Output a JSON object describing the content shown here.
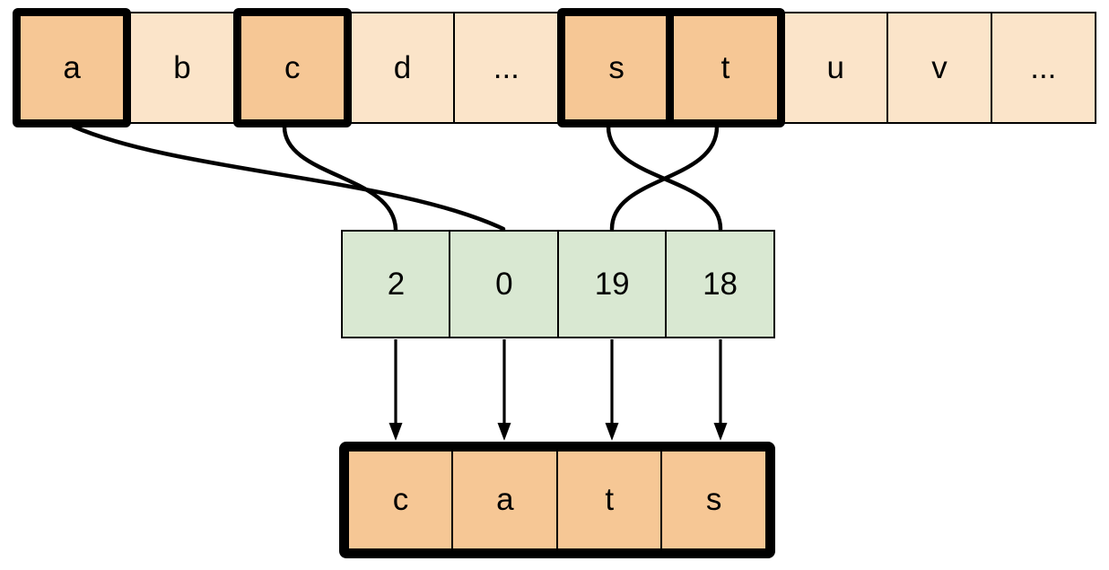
{
  "diagram": {
    "description": "Character index lookup: letters of the alphabet mapped to indices producing the word cats",
    "alphabet_row": {
      "cells": [
        {
          "label": "a",
          "highlighted": true
        },
        {
          "label": "b",
          "highlighted": false
        },
        {
          "label": "c",
          "highlighted": true
        },
        {
          "label": "d",
          "highlighted": false
        },
        {
          "label": "...",
          "highlighted": false
        },
        {
          "label": "s",
          "highlighted": true
        },
        {
          "label": "t",
          "highlighted": true
        },
        {
          "label": "u",
          "highlighted": false
        },
        {
          "label": "v",
          "highlighted": false
        },
        {
          "label": "...",
          "highlighted": false
        }
      ]
    },
    "index_row": {
      "cells": [
        {
          "label": "2"
        },
        {
          "label": "0"
        },
        {
          "label": "19"
        },
        {
          "label": "18"
        }
      ]
    },
    "output_row": {
      "cells": [
        {
          "label": "c"
        },
        {
          "label": "a"
        },
        {
          "label": "t"
        },
        {
          "label": "s"
        }
      ]
    },
    "connections": [
      {
        "from": "a",
        "to": "0"
      },
      {
        "from": "c",
        "to": "2"
      },
      {
        "from": "s",
        "to": "18"
      },
      {
        "from": "t",
        "to": "19"
      }
    ],
    "arrows": [
      {
        "from_index": "2",
        "to_letter": "c"
      },
      {
        "from_index": "0",
        "to_letter": "a"
      },
      {
        "from_index": "19",
        "to_letter": "t"
      },
      {
        "from_index": "18",
        "to_letter": "s"
      }
    ],
    "colors": {
      "highlight_fill": "#F6C795",
      "base_fill": "#FBE4C9",
      "index_fill": "#D9E8D2",
      "line": "#000000"
    }
  }
}
